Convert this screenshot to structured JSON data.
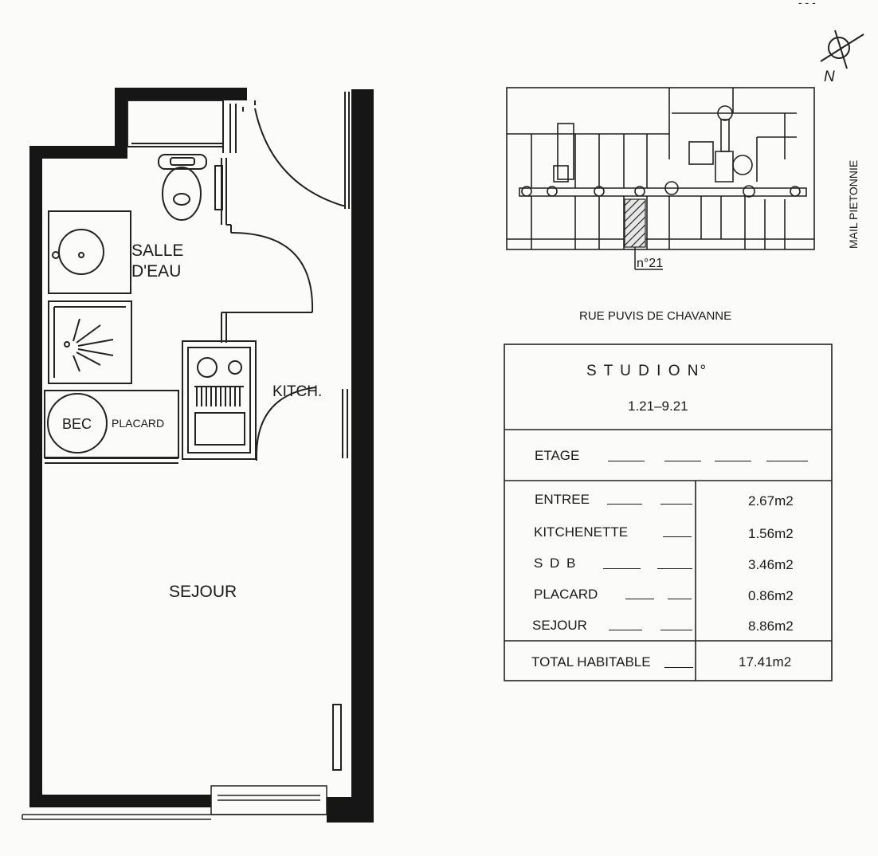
{
  "floor_plan": {
    "rooms": {
      "bathroom": "SALLE\nD'EAU",
      "kitchen": "KITCH.",
      "living": "SEJOUR",
      "closet": "PLACARD",
      "boiler": "BEC"
    }
  },
  "key_plan": {
    "unit_label": "n°21",
    "street": "RUE PUVIS DE CHAVANNE",
    "side_street": "MAIL PIETONNIE"
  },
  "compass": {
    "north_label": "N"
  },
  "summary_table": {
    "title": "S T U D I O   N°",
    "unit_range": "1.21–9.21",
    "floor_label": "ETAGE",
    "rows": [
      {
        "room": "ENTREE",
        "area": "2.67m2"
      },
      {
        "room": "KITCHENETTE",
        "area": "1.56m2"
      },
      {
        "room": "S D B",
        "area": "3.46m2"
      },
      {
        "room": "PLACARD",
        "area": "0.86m2"
      },
      {
        "room": "SEJOUR",
        "area": "8.86m2"
      }
    ],
    "total_label": "TOTAL HABITABLE",
    "total_area": "17.41m2"
  }
}
